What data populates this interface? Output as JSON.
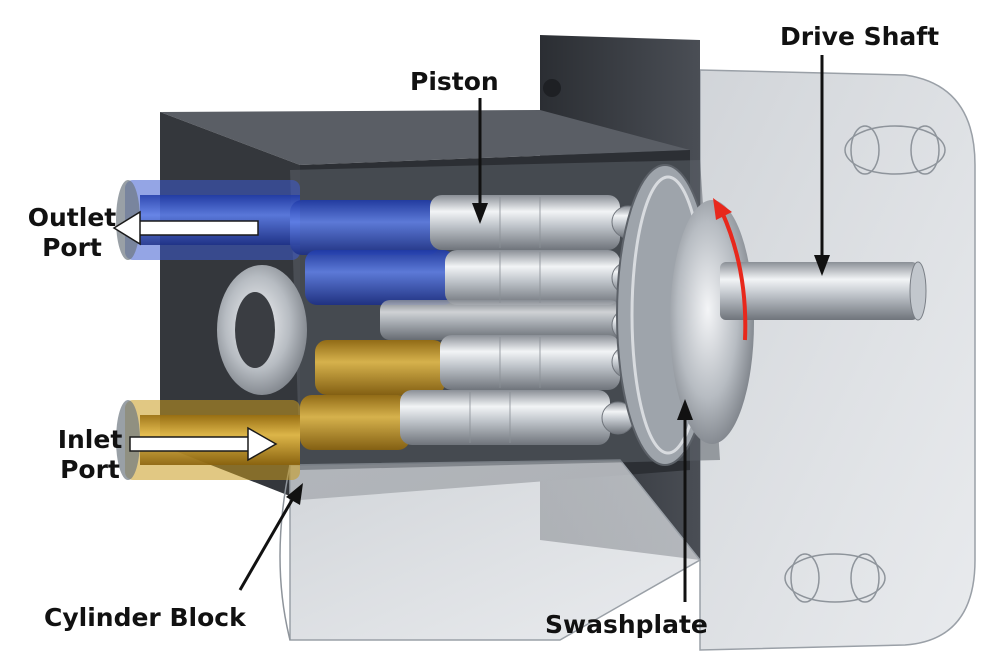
{
  "labels": {
    "drive_shaft": "Drive Shaft",
    "piston": "Piston",
    "outlet_line1": "Outlet",
    "outlet_line2": "Port",
    "inlet_line1": "Inlet",
    "inlet_line2": "Port",
    "cylinder_block": "Cylinder Block",
    "swashplate": "Swashplate"
  },
  "icons": {
    "pointer": "black-arrow-icon",
    "flow": "white-flow-arrow-icon",
    "rotation": "red-rotation-arrow-icon"
  },
  "colors": {
    "housing_dark": "#3a3d42",
    "housing_glass": "#c9cdd2",
    "outlet_fluid": "#2f53c9",
    "inlet_fluid": "#c99a1d",
    "steel": "#c7cbd1",
    "rotation_arrow": "#e8281c",
    "label_text": "#111111"
  }
}
